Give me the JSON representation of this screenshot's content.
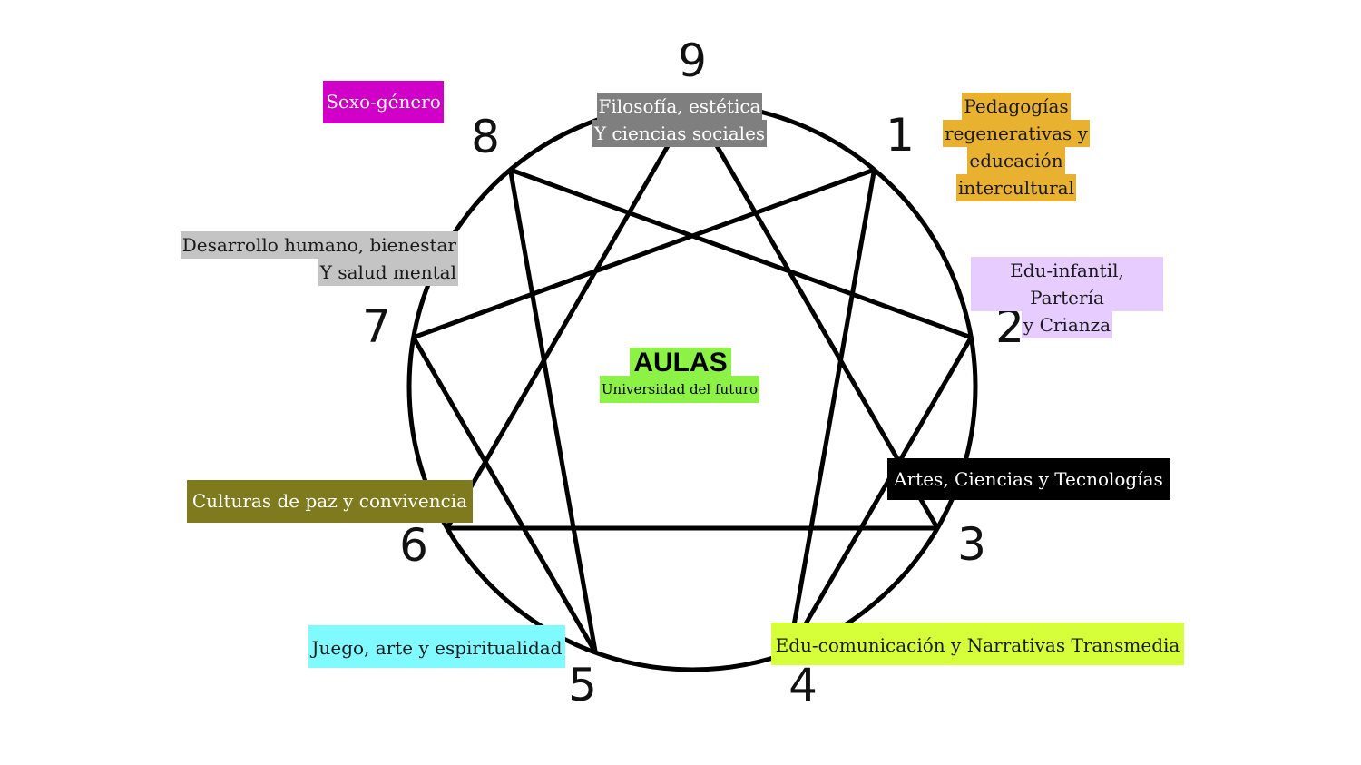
{
  "center": {
    "title": "AULAS",
    "subtitle": "Universidad del futuro",
    "color": "#8cf245"
  },
  "numbers": [
    "9",
    "8",
    "1",
    "7",
    "2",
    "6",
    "3",
    "5",
    "4"
  ],
  "labels": {
    "filosofia": {
      "lines": [
        "Filosofía, estética",
        "Y  ciencias sociales"
      ],
      "bg": "#7f7f7f",
      "color": "#ffffff"
    },
    "sexo": {
      "lines": [
        "Sexo-género"
      ],
      "bg": "#d100c8",
      "color": "#ffffff"
    },
    "pedagogias": {
      "lines": [
        "Pedagogías",
        "regenerativas y",
        "educación",
        "intercultural"
      ],
      "bg": "#e8b130",
      "color": "#1a1a1a"
    },
    "desarrollo": {
      "lines": [
        "Desarrollo humano, bienestar",
        "Y salud mental"
      ],
      "bg": "#c4c4c4",
      "color": "#1a1a1a"
    },
    "eduinfantil": {
      "lines": [
        "Edu-infantil, Partería",
        "y Crianza"
      ],
      "bg": "#e6ccff",
      "color": "#1a1a1a"
    },
    "artes": {
      "lines": [
        "Artes, Ciencias y Tecnologías"
      ],
      "bg": "#000000",
      "color": "#ffffff"
    },
    "culturas": {
      "lines": [
        "Culturas de paz y convivencia"
      ],
      "bg": "#7f7a1e",
      "color": "#ffffff"
    },
    "juego": {
      "lines": [
        "Juego, arte y espiritualidad"
      ],
      "bg": "#7ffaff",
      "color": "#1a1a1a"
    },
    "educom": {
      "lines": [
        "Edu-comunicación y Narrativas Transmedia"
      ],
      "bg": "#d6ff3a",
      "color": "#1a1a1a"
    }
  }
}
